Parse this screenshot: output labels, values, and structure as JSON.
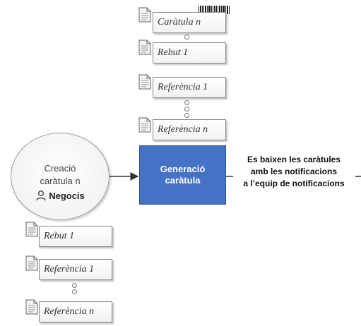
{
  "top_stack": [
    {
      "label": "Caràtula n"
    },
    {
      "label": "Rebut 1"
    },
    {
      "label": "Referència 1"
    },
    {
      "label": "Referència n"
    }
  ],
  "bottom_stack": [
    {
      "label": "Rebut 1"
    },
    {
      "label": "Referència 1"
    },
    {
      "label": "Referència n"
    }
  ],
  "source": {
    "line1": "Creació",
    "line2": "caràtula n",
    "owner": "Negocis",
    "owner_icon": "user-icon"
  },
  "process": {
    "line1": "Generació",
    "line2": "caràtula",
    "fill_color": "#4472c4"
  },
  "note": {
    "line1": "Es baixen les caràtules",
    "line2": "amb les notificacions",
    "line3": "a l’equip de notificacions"
  }
}
